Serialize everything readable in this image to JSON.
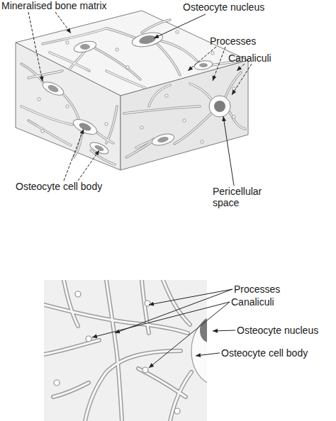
{
  "diagram": {
    "labels": [
      "Mineralised bone matrix",
      "Osteocyte nucleus",
      "Processes",
      "Canaliculi",
      "Osteocyte cell body",
      "Pericellular space",
      "Processes",
      "Canaliculi",
      "Osteocyte nucleus",
      "Osteocyte cell body"
    ]
  }
}
